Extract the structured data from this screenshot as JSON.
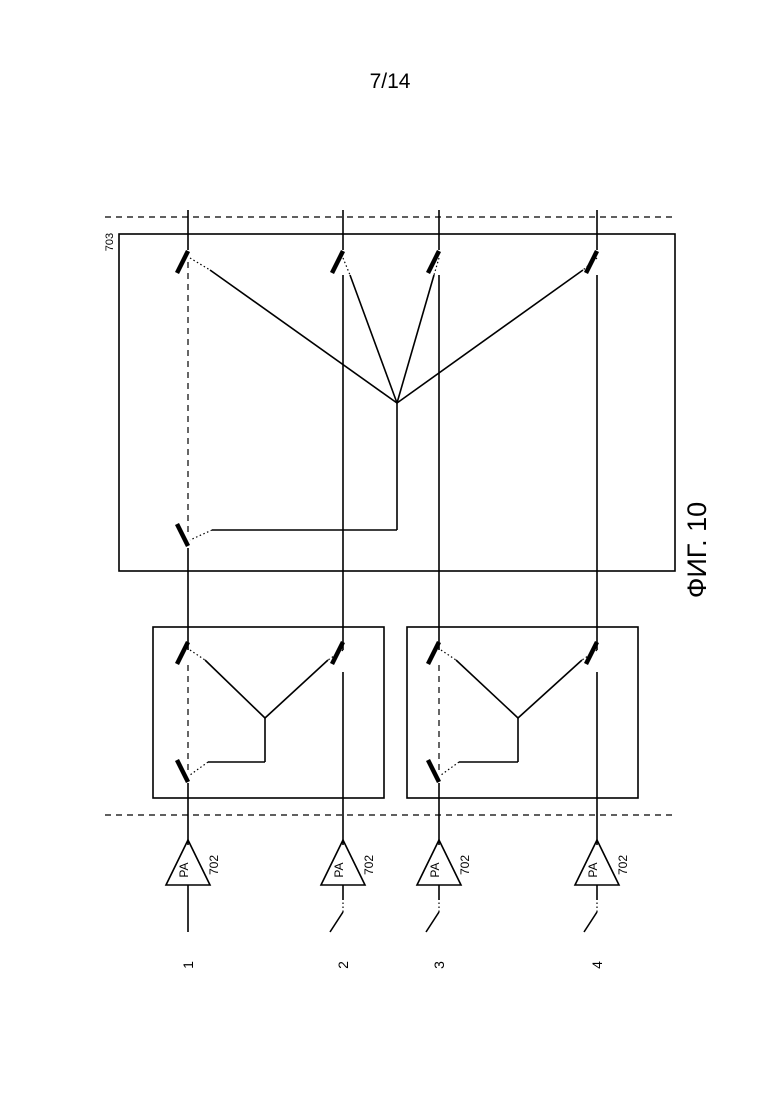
{
  "page": {
    "number": "7/14"
  },
  "figure": {
    "caption": "ФИГ. 10"
  },
  "labels": {
    "ref_703": "703",
    "amp_ref": "702",
    "amp_text": "PA"
  },
  "ports": [
    "1",
    "2",
    "3",
    "4"
  ]
}
